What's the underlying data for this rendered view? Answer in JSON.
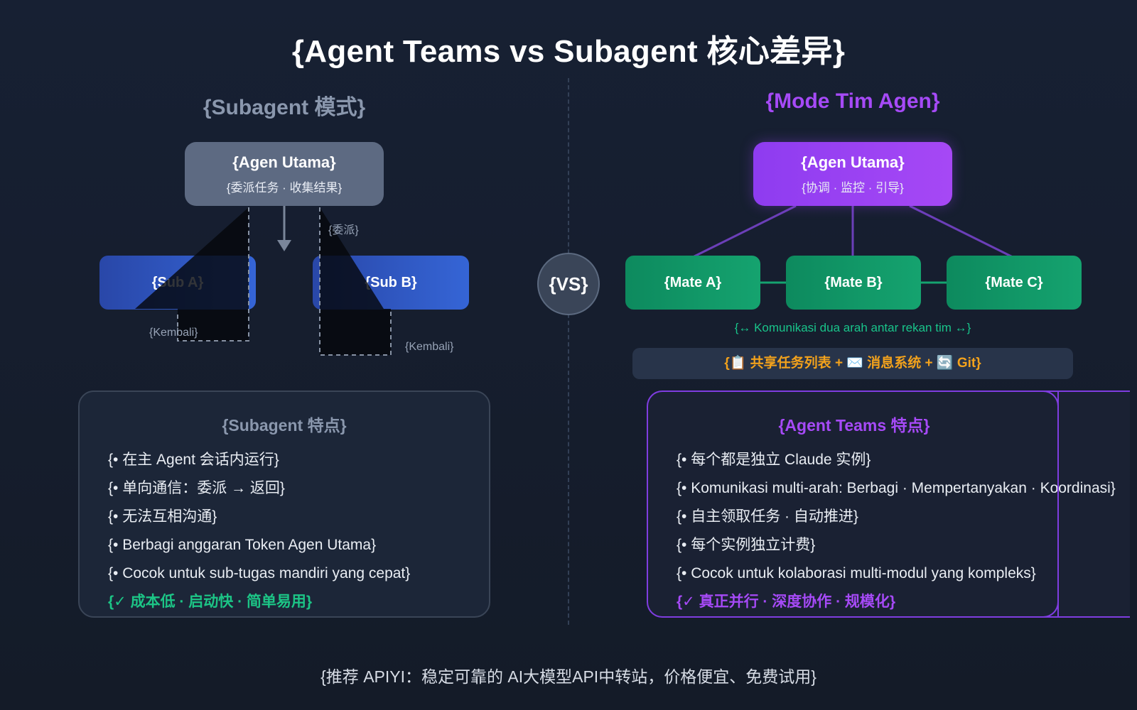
{
  "title": "{Agent Teams vs Subagent 核心差异}",
  "left": {
    "section_title": "{Subagent 模式}",
    "main": {
      "title": "{Agen Utama}",
      "subtitle": "{委派任务 · 收集结果}"
    },
    "subs": [
      "{Sub A}",
      "{Sub B}"
    ],
    "labels": {
      "delegate": "{委派}",
      "return_a": "{Kembali}",
      "return_b": "{Kembali}"
    },
    "card": {
      "title": "{Subagent 特点}",
      "items": [
        "{• 在主 Agent 会话内运行}",
        "{• 单向通信：委派 → 返回}",
        "{• 无法互相沟通}",
        "{• Berbagi anggaran Token Agen Utama}",
        "{• Cocok untuk sub-tugas mandiri yang cepat}"
      ],
      "footer": "{✓ 成本低 · 启动快 · 简单易用}"
    }
  },
  "vs": "{VS}",
  "right": {
    "section_title": "{Mode Tim Agen}",
    "main": {
      "title": "{Agen Utama}",
      "subtitle": "{协调 · 监控 · 引导}"
    },
    "mates": [
      "{Mate A}",
      "{Mate B}",
      "{Mate C}"
    ],
    "communication": "{↔ Komunikasi dua arah antar rekan tim ↔}",
    "shared": "{📋 共享任务列表 + ✉️ 消息系统 + 🔄 Git}",
    "card": {
      "title": "{Agent Teams 特点}",
      "items": [
        "{• 每个都是独立 Claude 实例}",
        "{• Komunikasi multi-arah: Berbagi · Mempertanyakan · Koordinasi}",
        "{• 自主领取任务 · 自动推进}",
        "{• 每个实例独立计费}",
        "{• Cocok untuk kolaborasi multi-modul yang kompleks}"
      ],
      "footer": "{✓ 真正并行 · 深度协作 · 规模化}"
    }
  },
  "footer": "{推荐 APIYI：稳定可靠的 AI大模型API中转站，价格便宜、免费试用}",
  "colors": {
    "background": "#151d2c",
    "subagent_main": "#5d6a82",
    "sub_blue": "#3565d6",
    "team_purple": "#a64af7",
    "mate_green": "#15a36f",
    "accent_orange": "#f3a21c"
  }
}
